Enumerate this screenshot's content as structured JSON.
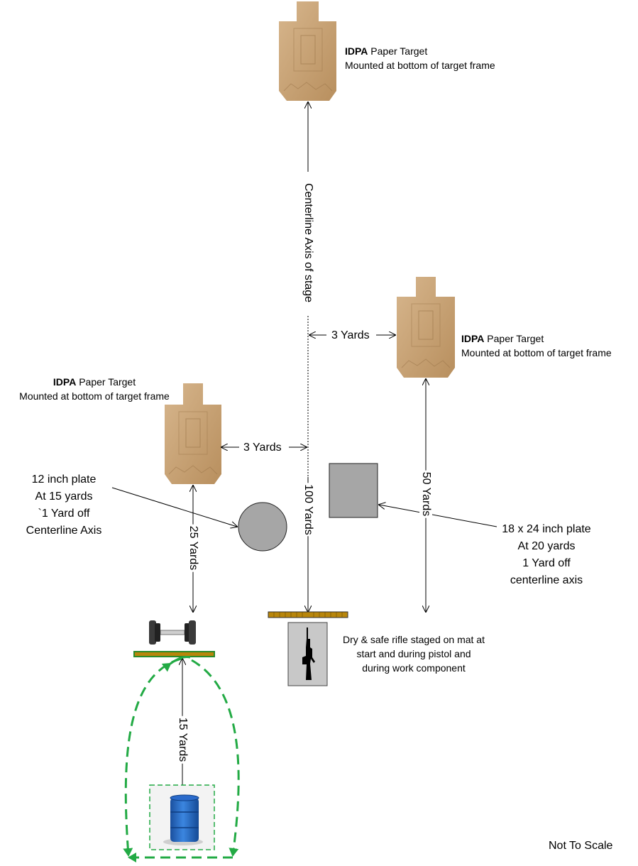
{
  "targets": [
    {
      "name_bold": "IDPA",
      "name_rest": " Paper Target",
      "note": "Mounted at bottom of target frame"
    },
    {
      "name_bold": "IDPA",
      "name_rest": " Paper Target",
      "note": "Mounted at bottom of target frame"
    },
    {
      "name_bold": "IDPA",
      "name_rest": " Paper Target",
      "note": "Mounted at bottom of target frame"
    }
  ],
  "centerline_label": "Centerline Axis of stage",
  "dimensions": {
    "right_offset": "3 Yards",
    "left_offset": "3 Yards",
    "center_distance": "100 Yards",
    "right_distance": "50 Yards",
    "left_distance": "25 Yards",
    "barrel_distance": "15 Yards"
  },
  "round_plate": {
    "lines": [
      "12 inch plate",
      "At 15 yards",
      "`1 Yard off",
      "Centerline Axis"
    ]
  },
  "rect_plate": {
    "lines": [
      "18 x 24 inch plate",
      "At 20 yards",
      "1 Yard off",
      "centerline axis"
    ]
  },
  "rifle_note": {
    "lines": [
      "Dry & safe rifle staged on mat at",
      "start and during pistol and",
      "during work component"
    ]
  },
  "footer": "Not To Scale",
  "colors": {
    "target_tan": "#c8a274",
    "plate_gray": "#a6a6a6",
    "mat_brown": "#b8860b",
    "path_green": "#22aa44",
    "barrel_blue": "#1f5fbf"
  }
}
